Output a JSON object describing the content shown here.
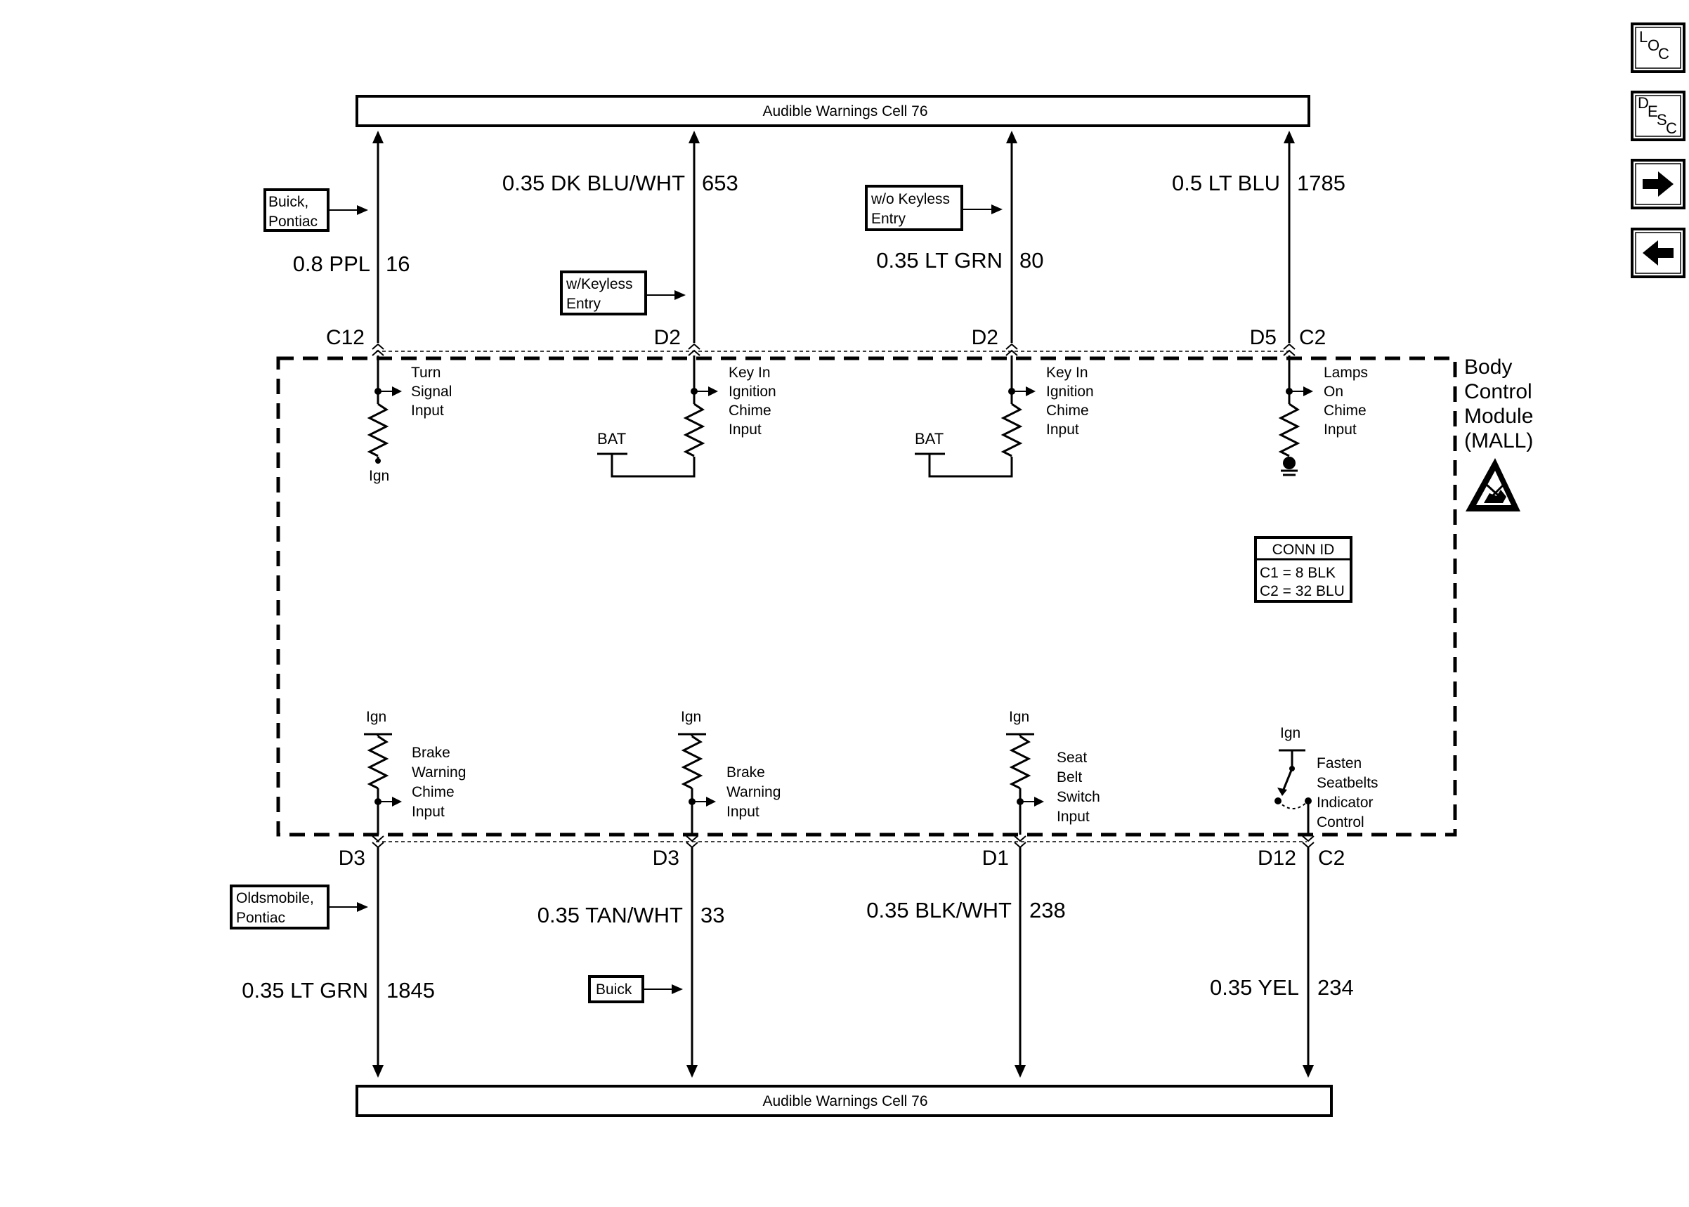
{
  "top_bar": {
    "label": "Audible Warnings Cell 76"
  },
  "bottom_bar": {
    "label": "Audible Warnings Cell 76"
  },
  "module": {
    "name_line1": "Body",
    "name_line2": "Control",
    "name_line3": "Module",
    "name_line4": "(MALL)",
    "esd_icon": "esd-warning-icon",
    "conn_id": {
      "title": "CONN ID",
      "line1": "C1 = 8 BLK",
      "line2": "C2 = 32 BLU"
    }
  },
  "top_circuits": [
    {
      "wire": "0.8 PPL",
      "circuit": "16",
      "pin": "C12",
      "connector": "",
      "func": [
        "Turn",
        "Signal",
        "Input"
      ],
      "supply": "Ign",
      "option": [
        "Buick,",
        "Pontiac"
      ]
    },
    {
      "wire": "0.35 DK BLU/WHT",
      "circuit": "653",
      "pin": "D2",
      "connector": "",
      "func": [
        "Key In",
        "Ignition",
        "Chime",
        "Input"
      ],
      "supply": "BAT",
      "option": [
        "w/Keyless",
        "Entry"
      ]
    },
    {
      "wire": "0.35 LT GRN",
      "circuit": "80",
      "pin": "D2",
      "connector": "",
      "func": [
        "Key In",
        "Ignition",
        "Chime",
        "Input"
      ],
      "supply": "BAT",
      "option": [
        "w/o Keyless",
        "Entry"
      ]
    },
    {
      "wire": "0.5 LT BLU",
      "circuit": "1785",
      "pin": "D5",
      "connector": "C2",
      "func": [
        "Lamps",
        "On",
        "Chime",
        "Input"
      ],
      "supply": "ground-icon",
      "option": []
    }
  ],
  "bottom_circuits": [
    {
      "wire": "0.35 LT GRN",
      "circuit": "1845",
      "pin": "D3",
      "connector": "",
      "func": [
        "Brake",
        "Warning",
        "Chime",
        "Input"
      ],
      "supply": "Ign",
      "option": [
        "Oldsmobile,",
        "Pontiac"
      ]
    },
    {
      "wire": "0.35 TAN/WHT",
      "circuit": "33",
      "pin": "D3",
      "connector": "",
      "func": [
        "Brake",
        "Warning",
        "Input"
      ],
      "supply": "Ign",
      "option": [
        "Buick"
      ]
    },
    {
      "wire": "0.35 BLK/WHT",
      "circuit": "238",
      "pin": "D1",
      "connector": "",
      "func": [
        "Seat",
        "Belt",
        "Switch",
        "Input"
      ],
      "supply": "Ign",
      "option": []
    },
    {
      "wire": "0.35 YEL",
      "circuit": "234",
      "pin": "D12",
      "connector": "C2",
      "func": [
        "Fasten",
        "Seatbelts",
        "Indicator",
        "Control"
      ],
      "supply": "Ign",
      "option": []
    }
  ],
  "nav": {
    "loc": {
      "icon": "loc-icon",
      "letters": [
        "L",
        "O",
        "C"
      ]
    },
    "desc": {
      "icon": "desc-icon",
      "letters": [
        "D",
        "E",
        "S",
        "C"
      ]
    },
    "next": {
      "icon": "arrow-right-icon"
    },
    "prev": {
      "icon": "arrow-left-icon"
    }
  }
}
